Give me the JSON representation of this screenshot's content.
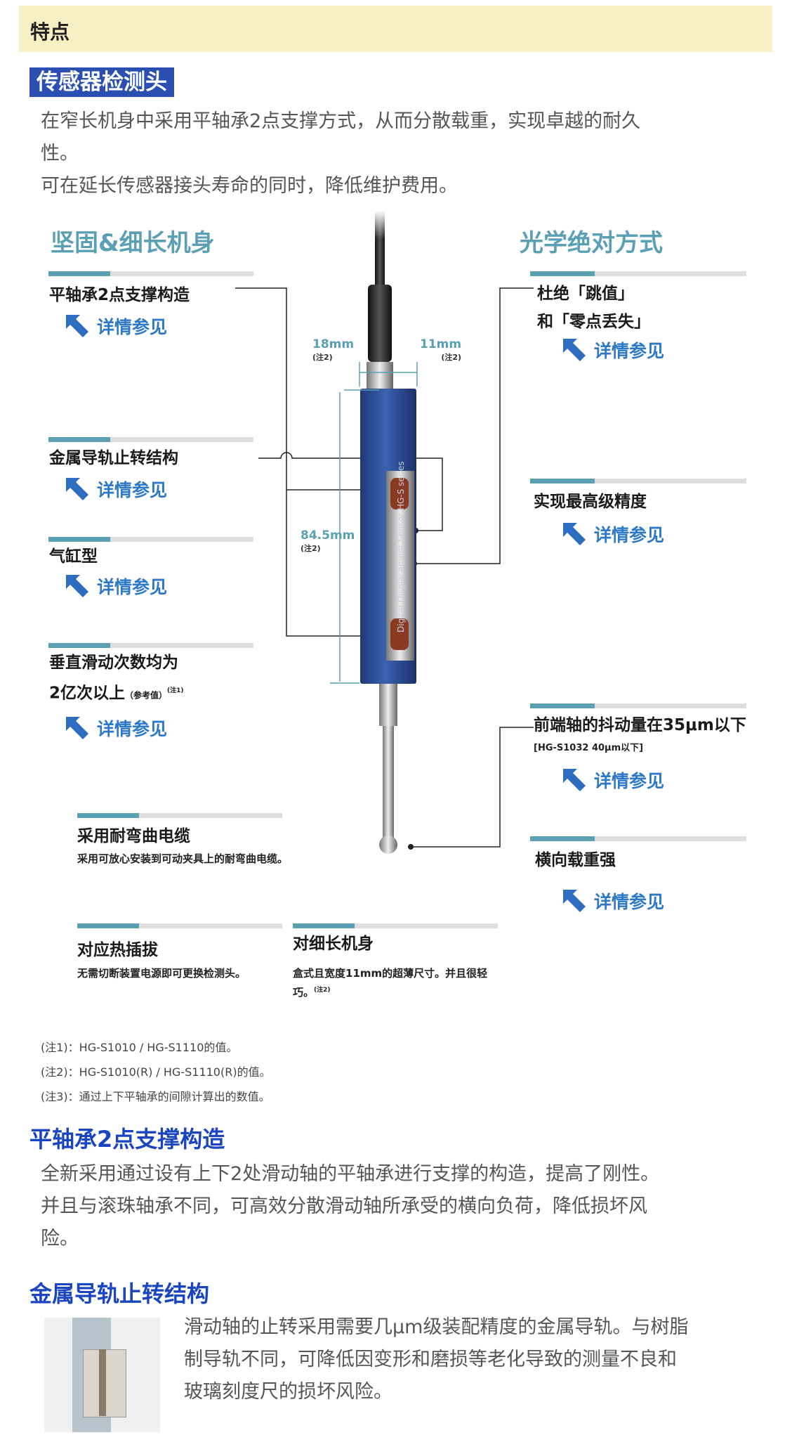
{
  "header": {
    "title": "特点"
  },
  "section_tag": "传感器检测头",
  "intro": {
    "line1": "在窄长机身中采用平轴承2点支撑方式，从而分散载重，实现卓越的耐久",
    "line2": "性。",
    "line3": "可在延长传感器接头寿命的同时，降低维护费用。"
  },
  "diagram": {
    "left_heading": "坚固&细长机身",
    "right_heading": "光学绝对方式",
    "link_label": "详情参见",
    "left_items": [
      {
        "title": "平轴承2点支撑构造"
      },
      {
        "title": "金属导轨止转结构"
      },
      {
        "title": "气缸型"
      },
      {
        "title": "垂直滑动次数均为",
        "title2": "2亿次以上",
        "suffix": "（参考值）",
        "note": "(注1)"
      }
    ],
    "cable": {
      "title": "采用耐弯曲电缆",
      "desc": "采用可放心安装到可动夹具上的耐弯曲电缆。"
    },
    "hotswap": {
      "title": "对应热插拔",
      "desc": "无需切断装置电源即可更换检测头。"
    },
    "slim": {
      "title": "对细长机身",
      "desc": "盒式且宽度11mm的超薄尺寸。并且很轻巧。",
      "note": "(注2)"
    },
    "right_items": [
      {
        "title": "杜绝「跳值」",
        "title2": "和「零点丢失」"
      },
      {
        "title": "实现最高级精度"
      },
      {
        "title": "前端轴的抖动量在35μm以下",
        "sub": "[HG-S1032 40μm以下]"
      },
      {
        "title": "横向载重强"
      }
    ],
    "dimensions": {
      "width1": "18mm",
      "width2": "11mm",
      "height": "84.5mm",
      "note": "(注2)"
    },
    "product_label": "Digital Displacement Sensor HG-S series"
  },
  "footnotes": [
    "(注1)：HG-S1010 / HG-S1110的值。",
    "(注2)：HG-S1010(R) / HG-S1110(R)的值。",
    "(注3)：通过上下平轴承的间隙计算出的数值。"
  ],
  "sections": [
    {
      "heading": "平轴承2点支撑构造",
      "lines": [
        "全新采用通过设有上下2处滑动轴的平轴承进行支撑的构造，提高了刚性。",
        "并且与滚珠轴承不同，可高效分散滑动轴所承受的横向负荷，降低损坏风",
        "险。"
      ]
    },
    {
      "heading": "金属导轨止转结构",
      "lines": [
        "滑动轴的止转采用需要几μm级装配精度的金属导轨。与树脂",
        "制导轨不同，可降低因变形和磨损等老化导致的测量不良和",
        "玻璃刻度尺的损坏风险。"
      ]
    }
  ],
  "colors": {
    "accent_blue": "#2a4fb0",
    "teal": "#5aa0b2",
    "link": "#2e78c8",
    "header_bg": "#f8f0c4"
  }
}
